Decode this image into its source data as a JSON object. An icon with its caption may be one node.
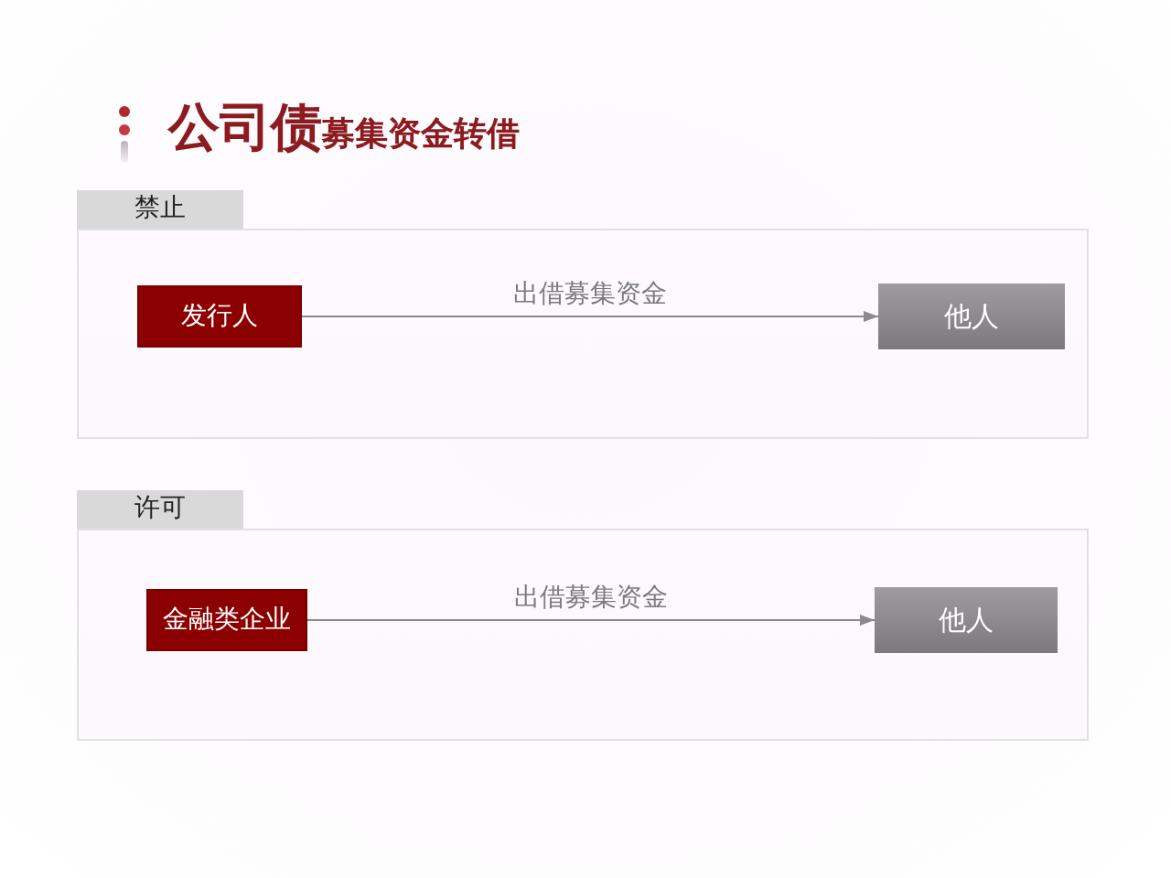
{
  "diagram": {
    "title": "**公司债**募集资金转借",
    "nodes": [
      {
        "text": [
          "禁止"
        ]
      },
      {
        "text": [
          "发行人"
        ],
        "in": 0
      },
      {
        "text": [
          "他人"
        ],
        "in": 0
      },
      {
        "text": [
          "许可"
        ]
      },
      {
        "text": [
          "金融类企业"
        ],
        "in": 3
      },
      {
        "text": [
          "他人"
        ],
        "in": 3
      }
    ],
    "edges": [
      {
        "from": 1,
        "to": 2,
        "arrow": "to",
        "label": "出借募集资金"
      },
      {
        "from": 4,
        "to": 5,
        "arrow": "to",
        "label": "出借募集资金"
      }
    ]
  }
}
